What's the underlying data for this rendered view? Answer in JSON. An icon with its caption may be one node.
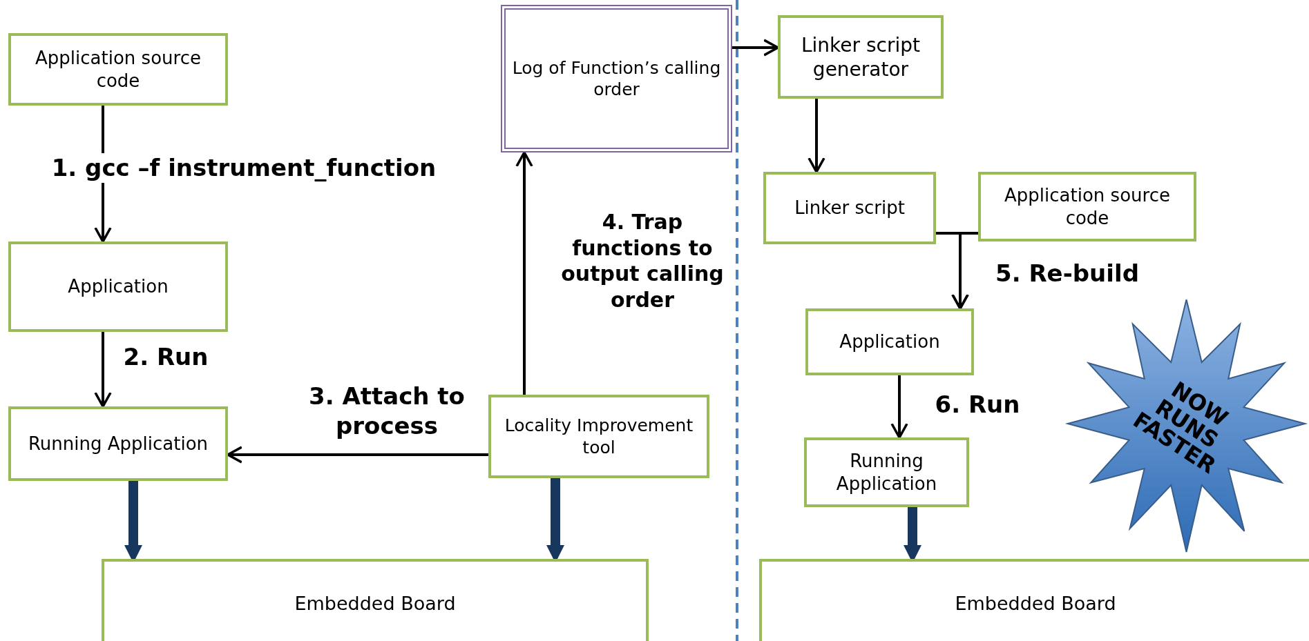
{
  "diagram": {
    "nodes": [
      {
        "text": [
          "Application source code"
        ]
      },
      {
        "text": [
          "Application"
        ]
      },
      {
        "text": [
          "Running Application"
        ]
      },
      {
        "text": [
          "Embedded Board"
        ]
      },
      {
        "text": [
          "Log of Function’s calling order"
        ]
      },
      {
        "text": [
          "Locality Improvement tool"
        ]
      },
      {
        "text": [
          "Linker script generator"
        ]
      },
      {
        "text": [
          "Linker script"
        ]
      },
      {
        "text": [
          "Application source code"
        ]
      },
      {
        "text": [
          "Application"
        ]
      },
      {
        "text": [
          "Running Application"
        ]
      },
      {
        "text": [
          "Embedded Board"
        ]
      },
      {
        "text": [
          "NOW RUNS FASTER"
        ]
      }
    ],
    "edges": [
      {
        "from": 0,
        "to": 1,
        "arrow": "to",
        "label": "1. gcc –f instrument_function"
      },
      {
        "from": 1,
        "to": 2,
        "arrow": "to",
        "label": "2. Run"
      },
      {
        "from": 5,
        "to": 2,
        "arrow": "to",
        "label": "3. Attach to process"
      },
      {
        "from": 5,
        "to": 4,
        "arrow": "to",
        "label": "4. Trap functions to output calling order"
      },
      {
        "from": 4,
        "to": 6,
        "arrow": "to"
      },
      {
        "from": 6,
        "to": 7,
        "arrow": "to"
      },
      {
        "from": 7,
        "to": 9,
        "arrow": "to",
        "label": "5. Re-build"
      },
      {
        "from": 8,
        "to": 9,
        "arrow": "to"
      },
      {
        "from": 9,
        "to": 10,
        "arrow": "to",
        "label": "6. Run"
      },
      {
        "from": 2,
        "to": 3,
        "arrow": "to",
        "style": "thick",
        "color": "#17375e"
      },
      {
        "from": 5,
        "to": 3,
        "arrow": "to",
        "style": "thick",
        "color": "#17375e"
      },
      {
        "from": 10,
        "to": 11,
        "arrow": "to",
        "style": "thick",
        "color": "#17375e"
      }
    ]
  }
}
